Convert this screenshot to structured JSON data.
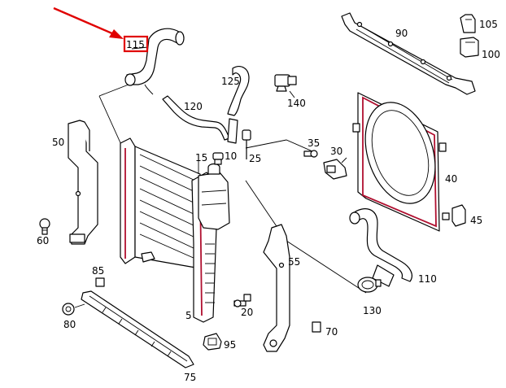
{
  "diagram": {
    "highlight_color": "#e00000",
    "accent_color": "#b01030",
    "highlighted_part": "115",
    "labels": {
      "p115": "115",
      "p105": "105",
      "p90": "90",
      "p100": "100",
      "p125": "125",
      "p140": "140",
      "p120": "120",
      "p50": "50",
      "p35": "35",
      "p15": "15",
      "p10": "10",
      "p25": "25",
      "p30": "30",
      "p40": "40",
      "p60": "60",
      "p45": "45",
      "p55": "55",
      "p85": "85",
      "p110": "110",
      "p5": "5",
      "p20": "20",
      "p130": "130",
      "p80": "80",
      "p70": "70",
      "p95": "95",
      "p75": "75"
    }
  }
}
